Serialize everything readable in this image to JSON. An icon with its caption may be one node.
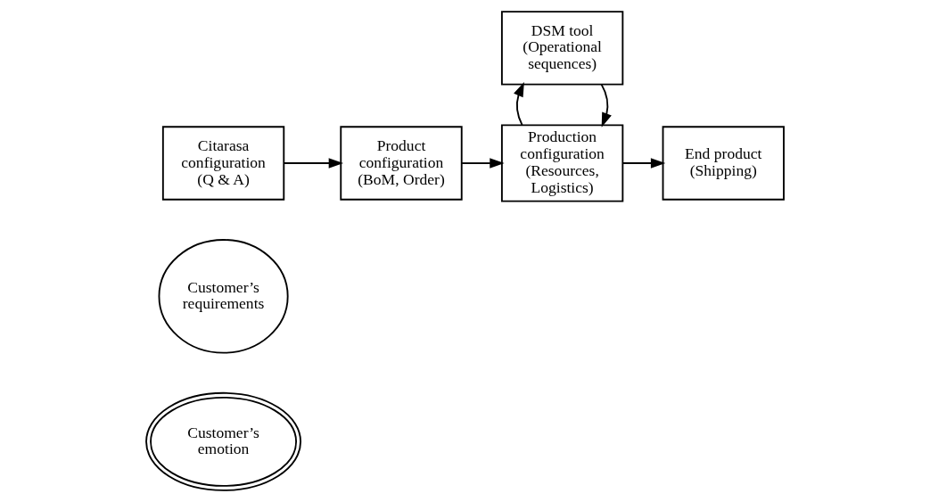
{
  "diagram": {
    "nodes": [
      {
        "text": [
          "Customer’s emotion"
        ]
      },
      {
        "text": [
          "Customer’s requirements"
        ]
      },
      {
        "text": [
          "Citarasa configuration (Q & A)"
        ]
      },
      {
        "text": [
          "Product configuration (BoM, Order)"
        ]
      },
      {
        "text": [
          "DSM tool (Operational sequences)"
        ]
      },
      {
        "text": [
          "Production configuration (Resources, Logistics)"
        ]
      },
      {
        "text": [
          "End product (Shipping)"
        ]
      }
    ],
    "edges": [
      {
        "from": 2,
        "to": 3,
        "arrow": "to"
      },
      {
        "from": 3,
        "to": 5,
        "arrow": "to"
      },
      {
        "from": 4,
        "to": 5,
        "arrow": "to"
      },
      {
        "from": 5,
        "to": 4,
        "arrow": "to"
      },
      {
        "from": 5,
        "to": 6,
        "arrow": "to"
      }
    ]
  }
}
